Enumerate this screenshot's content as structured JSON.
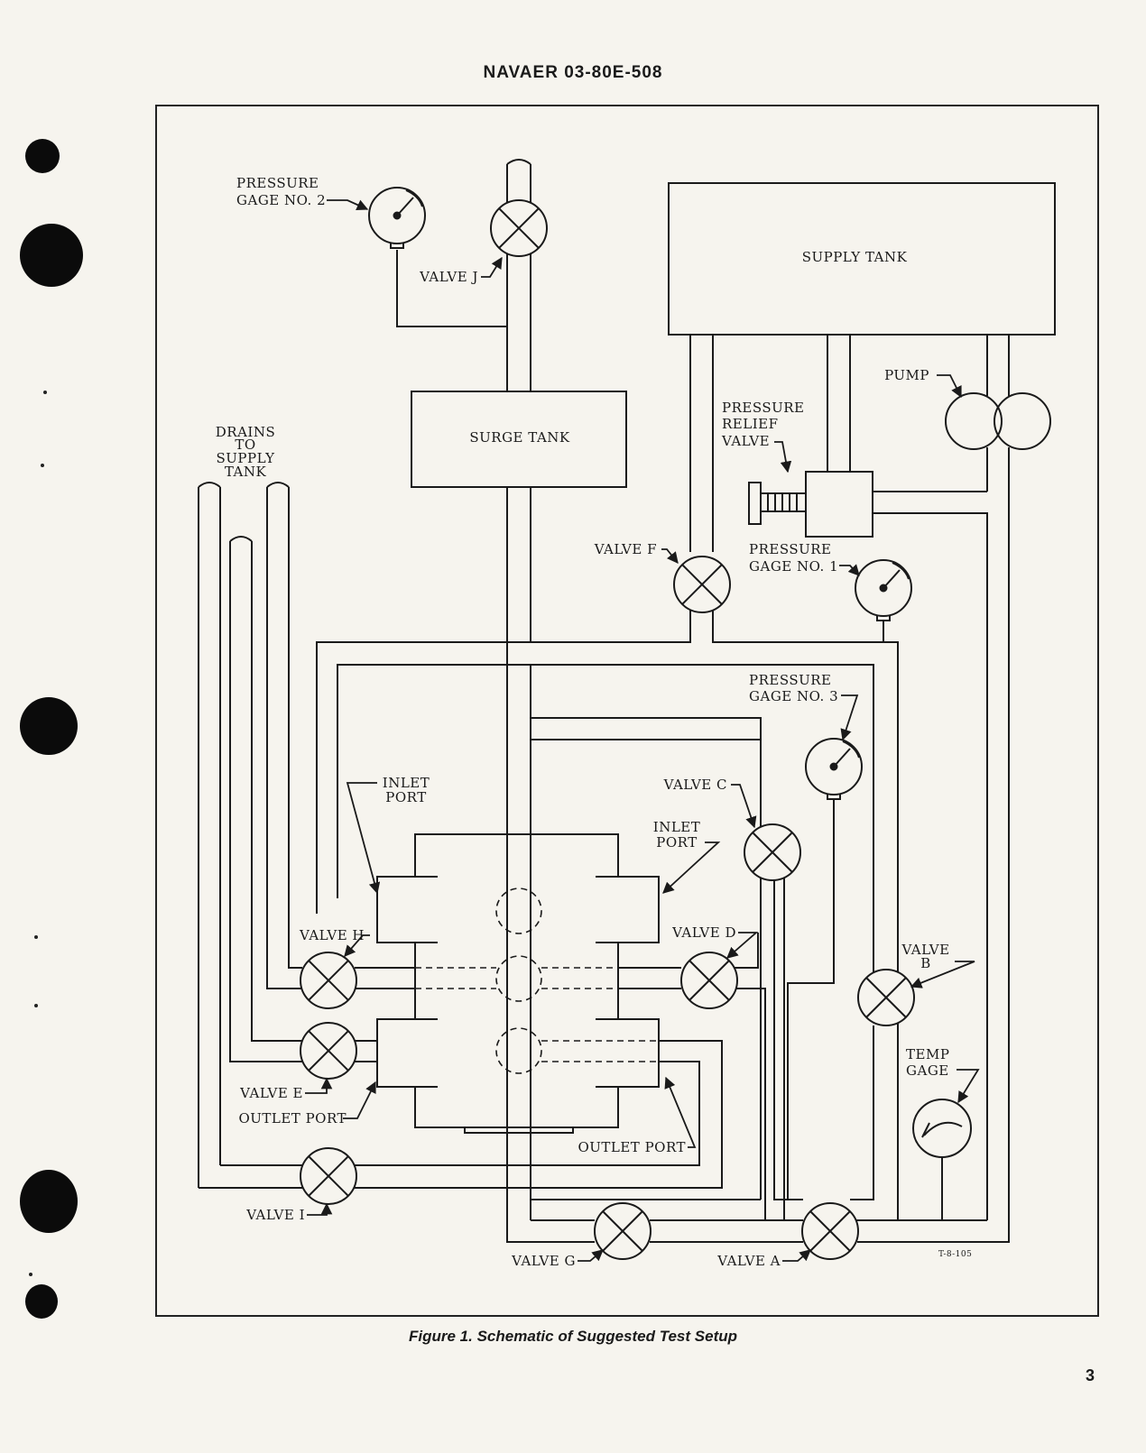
{
  "header": "NAVAER 03-80E-508",
  "labels": {
    "supply_tank": "SUPPLY TANK",
    "surge_tank": "SURGE TANK",
    "pump": "PUMP",
    "pressure_gage_2": [
      "PRESSURE",
      "GAGE NO. 2"
    ],
    "pressure_gage_1": [
      "PRESSURE",
      "GAGE NO. 1"
    ],
    "pressure_gage_3": [
      "PRESSURE",
      "GAGE NO. 3"
    ],
    "pressure_relief_valve": [
      "PRESSURE",
      "RELIEF",
      "VALVE"
    ],
    "drains": [
      "DRAINS",
      "TO",
      "SUPPLY",
      "TANK"
    ],
    "inlet_port_left": [
      "INLET",
      "PORT"
    ],
    "inlet_port_right": [
      "INLET",
      "PORT"
    ],
    "outlet_port_left": "OUTLET PORT",
    "outlet_port_right": "OUTLET PORT",
    "temp_gage": [
      "TEMP",
      "GAGE"
    ],
    "valve_a": "VALVE A",
    "valve_b": [
      "VALVE",
      "B"
    ],
    "valve_c": "VALVE C",
    "valve_d": "VALVE D",
    "valve_e": "VALVE E",
    "valve_f": "VALVE F",
    "valve_g": "VALVE G",
    "valve_h": "VALVE H",
    "valve_i": "VALVE I",
    "valve_j": "VALVE J",
    "drawing_number": "T-8-105"
  },
  "caption": "Figure 1. Schematic of Suggested Test Setup",
  "page_number": "3"
}
